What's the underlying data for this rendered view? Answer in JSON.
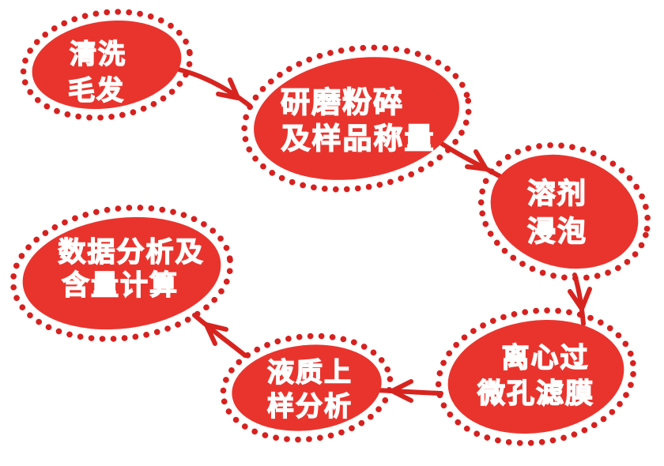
{
  "colors": {
    "blob_fill": "#E9342D",
    "dot_ring": "#D6211F",
    "arrow": "#D7241F",
    "text": "#FFFFFF",
    "background": "#FFFFFF"
  },
  "diagram": {
    "type": "process-flow",
    "nodes": [
      {
        "id": "wash-hair",
        "lines": [
          "清洗",
          "毛发"
        ]
      },
      {
        "id": "grind-weigh",
        "lines": [
          "研磨粉碎",
          "及样品称量"
        ]
      },
      {
        "id": "solvent-soak",
        "lines": [
          "溶剂",
          "浸泡"
        ]
      },
      {
        "id": "centrifuge-filter",
        "lines": [
          "离心过",
          "微孔滤膜"
        ]
      },
      {
        "id": "lcms-analysis",
        "lines": [
          "液质上",
          "样分析"
        ]
      },
      {
        "id": "data-analysis",
        "lines": [
          "数据分析及",
          "含量计算"
        ]
      }
    ],
    "arrows": [
      {
        "from": "wash-hair",
        "to": "grind-weigh"
      },
      {
        "from": "grind-weigh",
        "to": "solvent-soak"
      },
      {
        "from": "solvent-soak",
        "to": "centrifuge-filter"
      },
      {
        "from": "centrifuge-filter",
        "to": "lcms-analysis"
      },
      {
        "from": "lcms-analysis",
        "to": "data-analysis"
      }
    ]
  }
}
